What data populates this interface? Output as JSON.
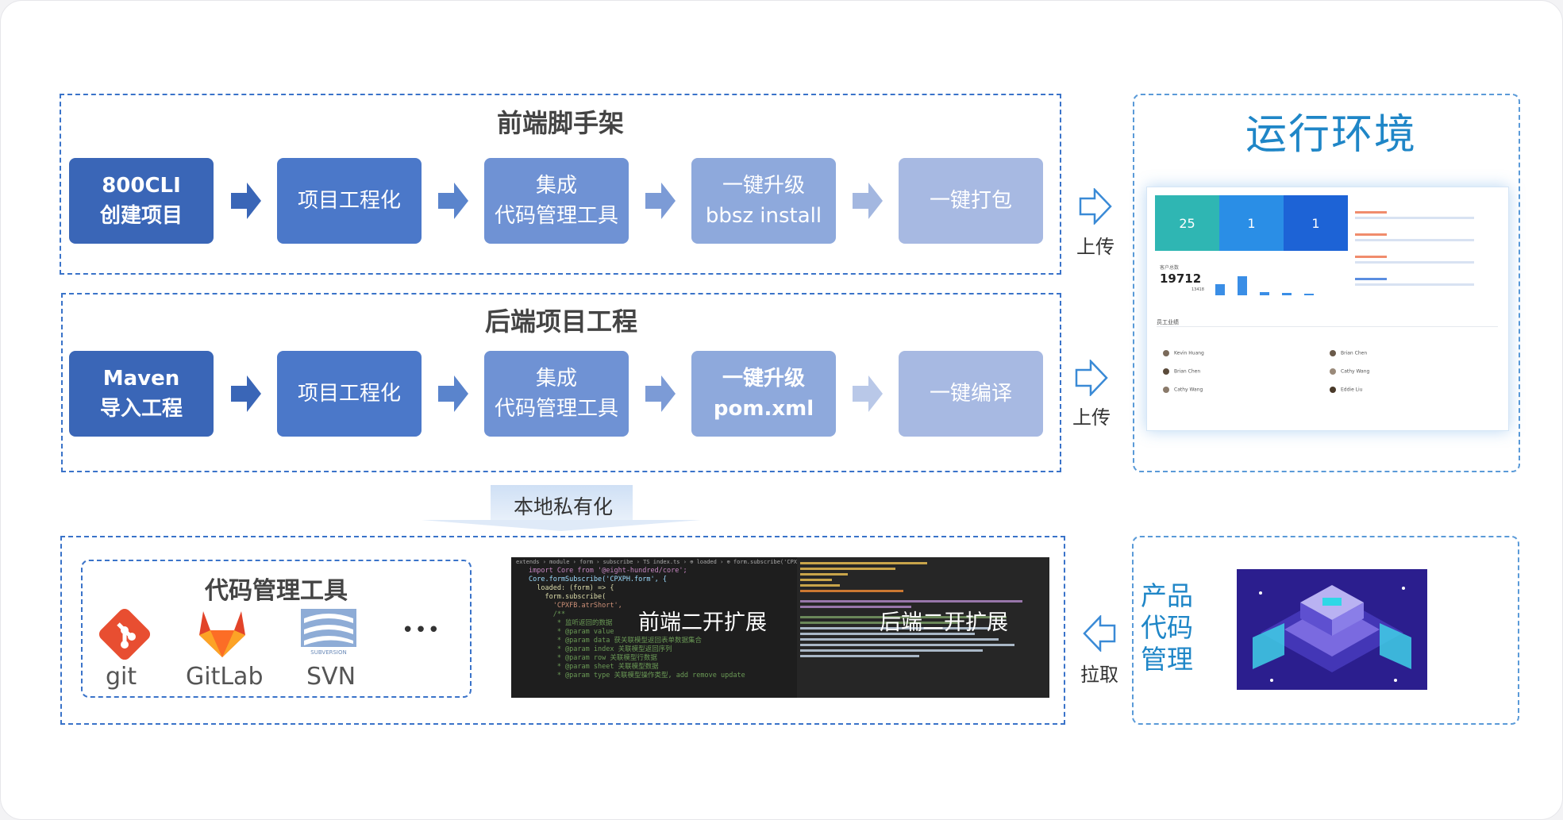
{
  "frontend": {
    "title": "前端脚手架",
    "steps": [
      {
        "line1": "800CLI",
        "line2": "创建项目"
      },
      {
        "line1": "项目工程化",
        "line2": ""
      },
      {
        "line1": "集成",
        "line2": "代码管理工具"
      },
      {
        "line1": "一键升级",
        "line2": "bbsz install"
      },
      {
        "line1": "一键打包",
        "line2": ""
      }
    ]
  },
  "backend": {
    "title": "后端项目工程",
    "steps": [
      {
        "line1": "Maven",
        "line2": "导入工程"
      },
      {
        "line1": "项目工程化",
        "line2": ""
      },
      {
        "line1": "集成",
        "line2": "代码管理工具"
      },
      {
        "line1": "一键升级",
        "line2": "pom.xml"
      },
      {
        "line1": "一键编译",
        "line2": ""
      }
    ]
  },
  "upload_label": "上传",
  "pull_label": "拉取",
  "runtime": {
    "title": "运行环境",
    "dashboard": {
      "stat1": "25",
      "stat2": "1",
      "stat3": "1",
      "total_label": "客户总数",
      "total_value": "19712",
      "total_sub": "13418",
      "section_label": "员工业绩",
      "staff_rows": [
        "Kevin Huang",
        "Brian Chen",
        "Cathy Wang"
      ],
      "staff_rows_right": [
        "Brian Chen",
        "Cathy Wang",
        "Eddie Liu"
      ]
    }
  },
  "local": {
    "label": "本地私有化"
  },
  "tools": {
    "title": "代码管理工具",
    "items": [
      "git",
      "GitLab",
      "SVN"
    ],
    "more": "•••",
    "svn_badge": "SUBVERSION"
  },
  "code": {
    "frontend_label": "前端二开扩展",
    "backend_label": "后端二开扩展",
    "breadcrumb": "extends › module › form › subscribe › TS index.ts › ⊕ loaded › ⊕ form.subscribe('CPXFB.atrShort')",
    "lines": [
      "import Core from '@eight-hundred/core';",
      "",
      "Core.formSubscribe('CPXPH.form', {",
      "  loaded: (form) => {",
      "    form.subscribe(",
      "      'CPXFB.atrShort',",
      "      /**",
      "       * 监听返回的数据",
      "       * @param value",
      "       * @param data 获关联模型返回表单数据集合",
      "       * @param index 关联模型返回序列",
      "       * @param row 关联模型行数据",
      "       * @param sheet 关联模型数据",
      "       * @param type 关联模型操作类型, add remove update"
    ]
  },
  "product": {
    "title_lines": [
      "产品",
      "代码",
      "管理"
    ]
  },
  "colors": {
    "step_dark": "#3a66b7",
    "step_mid": "#4b78c9",
    "step_light": "#6f92d4",
    "step_lighter": "#8ea9dc",
    "step_lightest": "#a7b9e2",
    "dashed": "#3a73c9",
    "runtime_title": "#1f86c7"
  }
}
